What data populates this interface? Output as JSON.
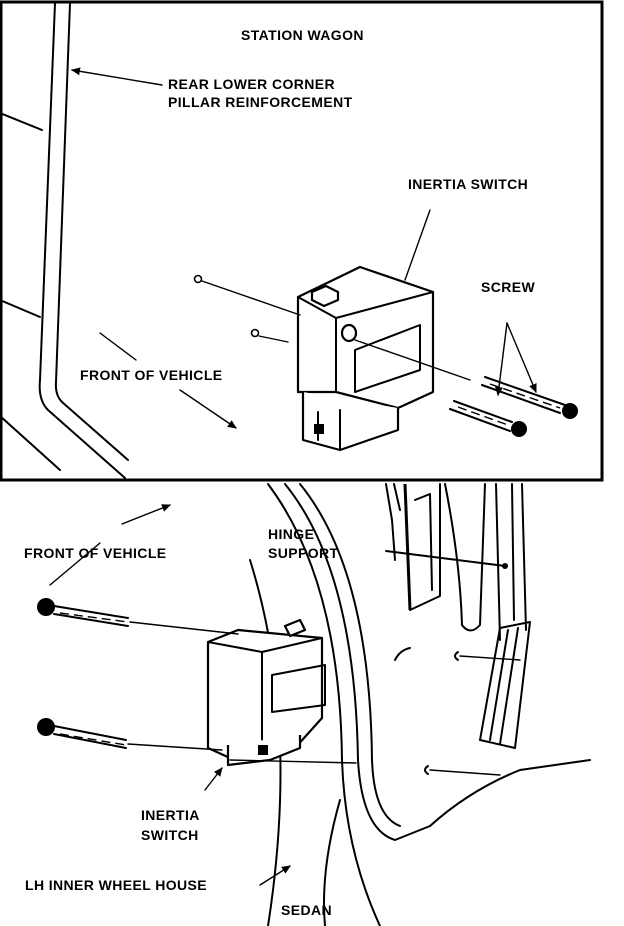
{
  "station_wagon": {
    "title": "STATION WAGON",
    "pillar_label_line1": "REAR LOWER CORNER",
    "pillar_label_line2": "PILLAR REINFORCEMENT",
    "inertia_switch_label": "INERTIA SWITCH",
    "screw_label": "SCREW",
    "front_label": "FRONT OF VEHICLE"
  },
  "sedan": {
    "title": "SEDAN",
    "front_label": "FRONT OF VEHICLE",
    "hinge_label_line1": "HINGE",
    "hinge_label_line2": "SUPPORT",
    "inertia_label_line1": "INERTIA",
    "inertia_label_line2": "SWITCH",
    "wheel_house_label": "LH INNER WHEEL HOUSE"
  }
}
